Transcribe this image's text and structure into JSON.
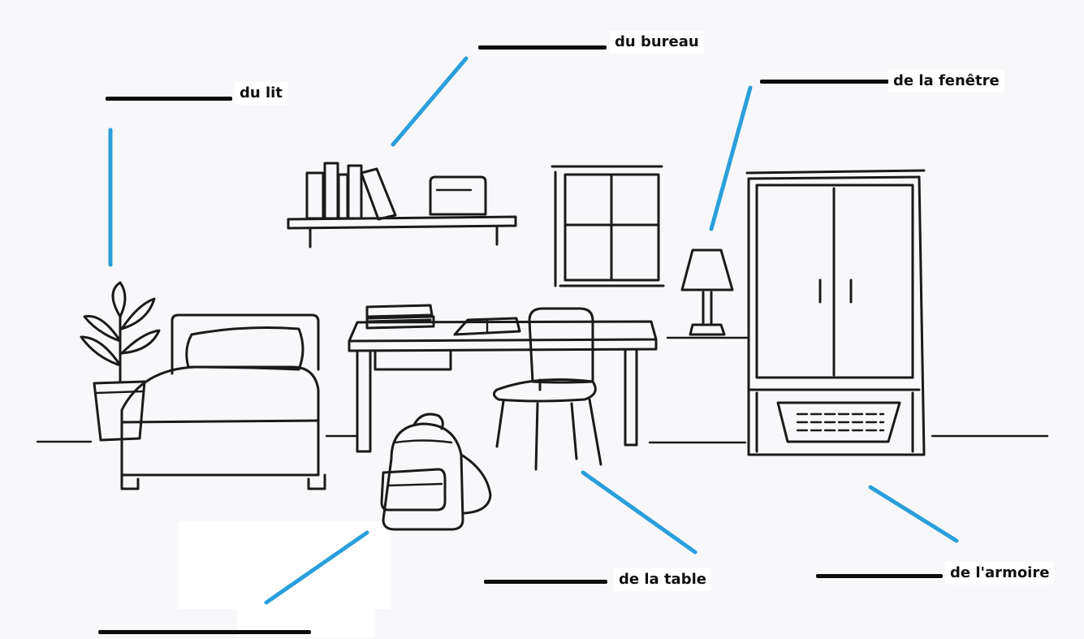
{
  "labels": {
    "bureau": "du bureau",
    "lit": "du lit",
    "fenetre": "de la fenêtre",
    "table": "de la table",
    "armoire": "de l'armoire"
  },
  "colors": {
    "pointer": "#2a9fdb",
    "ink": "#1a1a1a",
    "background": "#f8f8fa"
  }
}
